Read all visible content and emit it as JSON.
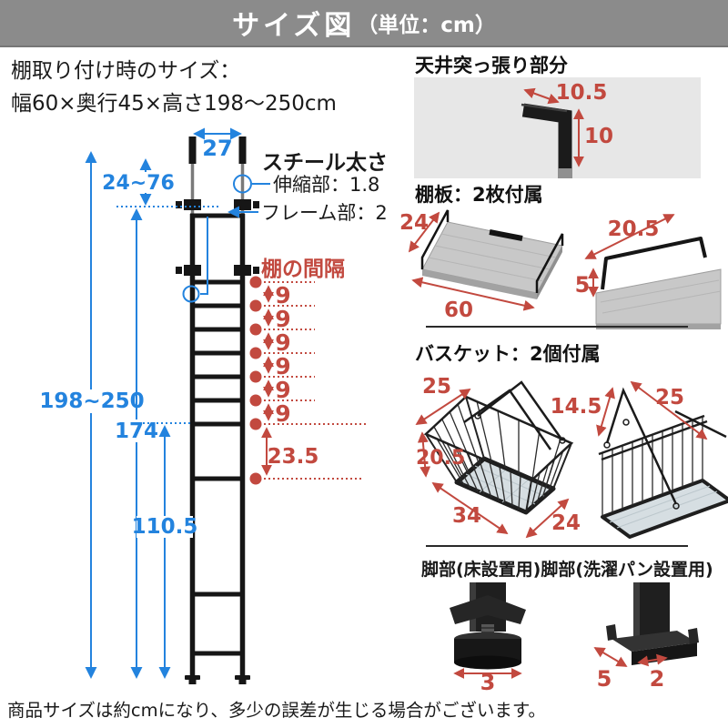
{
  "header": {
    "title": "サイズ図",
    "unit": "（単位：cm）"
  },
  "intro": {
    "line1": "棚取り付け時のサイズ：",
    "line2": "幅60×奥行45×高さ198〜250cm"
  },
  "ladder": {
    "top_width": "27",
    "extension": "24~76",
    "total_height": "198~250",
    "frame_height": "174",
    "lower_height": "110.5",
    "steel_title": "スチール太さ",
    "steel_item1": "伸縮部：1.8",
    "steel_item2": "フレーム部：2",
    "gap_title": "棚の間隔",
    "gaps": [
      "9",
      "9",
      "9",
      "9",
      "9",
      "9"
    ],
    "large_gap": "23.5"
  },
  "ceiling": {
    "title": "天井突っ張り部分",
    "width": "10.5",
    "height": "10"
  },
  "shelf": {
    "title": "棚板：2枚付属",
    "depth": "24",
    "width": "60",
    "bracket_length": "20.5",
    "bracket_height": "5"
  },
  "basket": {
    "title": "バスケット：2個付属",
    "top_width": "25",
    "height": "20.5",
    "bottom_width": "34",
    "bottom_depth": "24",
    "handle_height": "14.5",
    "top_width2": "25"
  },
  "legs": {
    "title_floor": "脚部(床設置用)",
    "title_pan": "脚部(洗濯パン設置用)",
    "foot_diameter": "3",
    "bracket_depth": "5",
    "bracket_width": "2"
  },
  "footer": {
    "note": "商品サイズは約cmになり、多少の誤差が生じる場合がございます。"
  },
  "colors": {
    "accent_blue": "#2383de",
    "accent_red": "#c2493f",
    "header_bg": "#8b8b8b",
    "panel_bg": "#e7e7e7"
  }
}
